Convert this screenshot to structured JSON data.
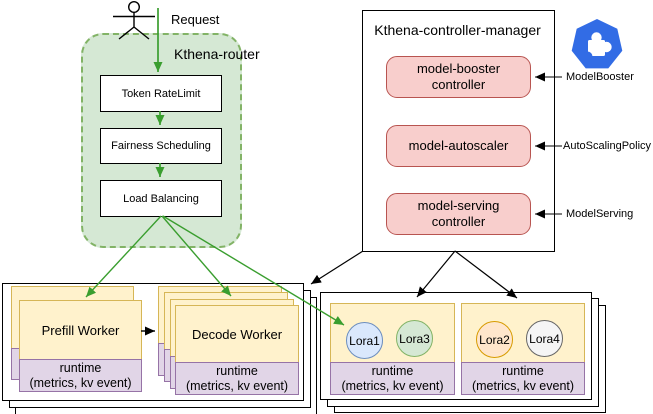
{
  "diagram": {
    "request_label": "Request",
    "router": {
      "title": "Kthena-router",
      "steps": [
        {
          "label": "Token RateLimit"
        },
        {
          "label": "Fairness Scheduling"
        },
        {
          "label": "Load Balancing"
        }
      ]
    },
    "controller_manager": {
      "title": "Kthena-controller-manager",
      "controllers": [
        {
          "label": "model-booster\ncontroller"
        },
        {
          "label": "model-autoscaler"
        },
        {
          "label": "model-serving\ncontroller"
        }
      ]
    },
    "crd_labels": [
      {
        "label": "ModelBooster"
      },
      {
        "label": "AutoScalingPolicy"
      },
      {
        "label": "ModelServing"
      }
    ],
    "icons": {
      "crd_badge": "kubernetes-crd-heptagon-puzzle",
      "actor": "stick-figure-person"
    },
    "worker_stack": {
      "prefill": {
        "label": "Prefill Worker",
        "runtime": "runtime\n(metrics, kv event)"
      },
      "decode": {
        "label": "Decode Worker",
        "runtime": "runtime\n(metrics, kv event)"
      }
    },
    "lora_stack": {
      "group1": {
        "loras": [
          {
            "label": "Lora1"
          },
          {
            "label": "Lora3"
          }
        ],
        "runtime": "runtime\n(metrics, kv event)"
      },
      "group2": {
        "loras": [
          {
            "label": "Lora2"
          },
          {
            "label": "Lora4"
          }
        ],
        "runtime": "runtime\n(metrics, kv event)"
      }
    },
    "colors": {
      "router_fill": "#d5e8d4",
      "router_border": "#82b366",
      "arrow_green": "#3a9e2f",
      "arrow_black": "#000000",
      "controller_fill": "#f8cecc",
      "controller_border": "#b85450",
      "worker_fill": "#fff2cc",
      "worker_border": "#d6b656",
      "runtime_fill": "#e1d5e7",
      "runtime_border": "#9673a6",
      "lora1_fill": "#dae8fc",
      "lora1_border": "#6c8ebf",
      "lora2_fill": "#ffe6cc",
      "lora2_border": "#d79b00",
      "lora3_fill": "#d5e8d4",
      "lora3_border": "#82b366",
      "lora4_fill": "#f5f5f5",
      "lora4_border": "#666666",
      "kubernetes_blue": "#326ce5"
    }
  }
}
